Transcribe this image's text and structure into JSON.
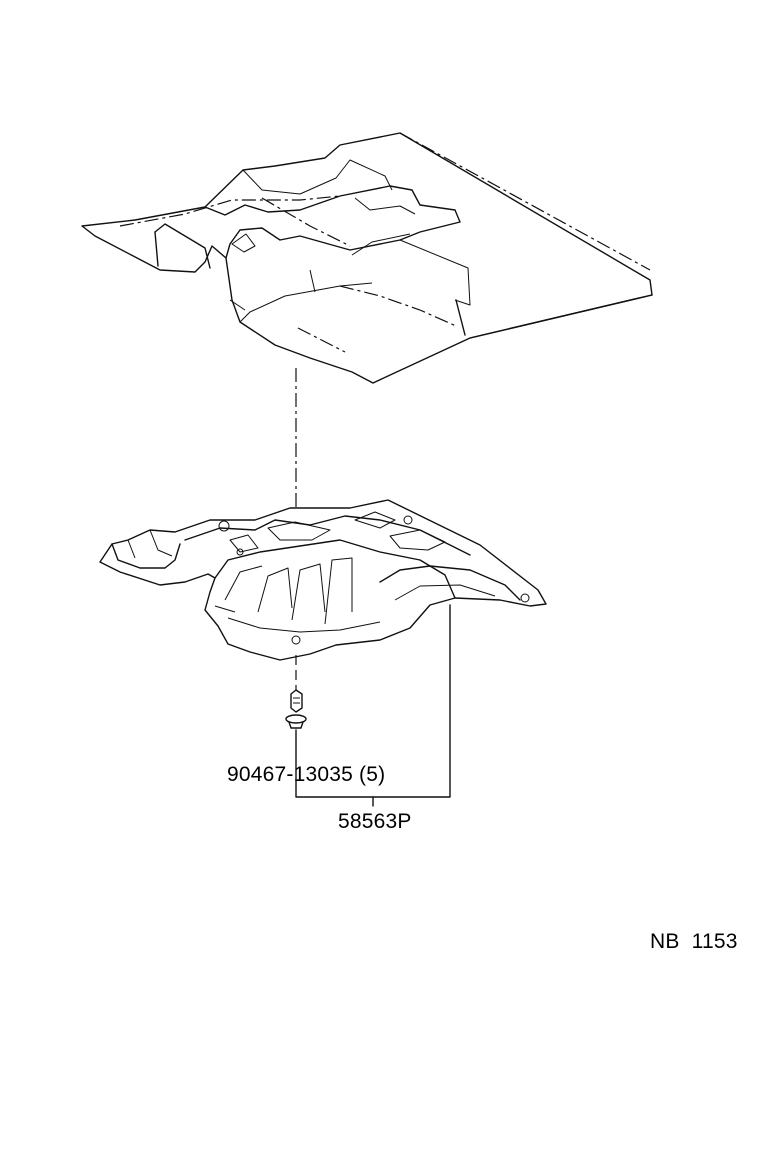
{
  "parts": {
    "clip": {
      "label": "90467-13035 (5)"
    },
    "assembly": {
      "label": "58563P"
    }
  },
  "diagram_code": "NB  1153",
  "colors": {
    "line": "#111111",
    "background": "#ffffff"
  },
  "icons": [
    "floor-panel-illustration",
    "under-cover-illustration",
    "clip-illustration"
  ]
}
